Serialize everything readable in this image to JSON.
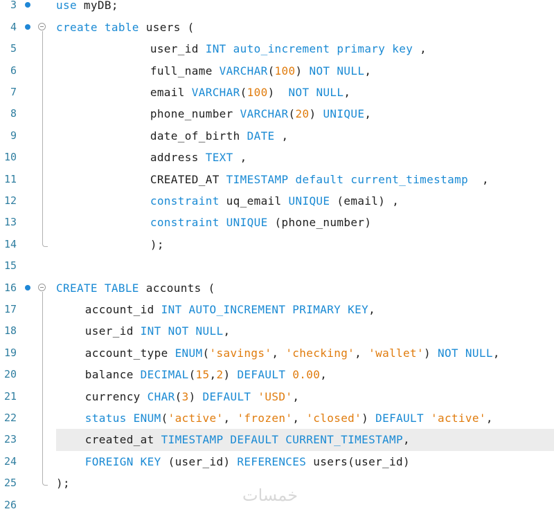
{
  "editor": {
    "colors": {
      "keyword": "#1a8ad4",
      "literal": "#e07c0e",
      "text": "#1e1e1e",
      "line_number": "#2f7ea0",
      "highlight": "#ececec"
    },
    "highlighted_line": 23,
    "breakpoints": [
      3,
      4,
      16
    ],
    "folds": [
      {
        "start": 4,
        "end": 14
      },
      {
        "start": 16,
        "end": 25
      }
    ],
    "lines": [
      {
        "n": 3,
        "indent": 0,
        "tokens": [
          [
            "use",
            "kw"
          ],
          [
            " myDB;",
            "t"
          ]
        ]
      },
      {
        "n": 4,
        "indent": 0,
        "tokens": [
          [
            "create table",
            "kw"
          ],
          [
            " users (",
            "t"
          ]
        ]
      },
      {
        "n": 5,
        "indent": 13,
        "tokens": [
          [
            "user_id ",
            "t"
          ],
          [
            "INT auto_increment primary key",
            "kw"
          ],
          [
            " ,",
            "t"
          ]
        ]
      },
      {
        "n": 6,
        "indent": 13,
        "tokens": [
          [
            "full_name ",
            "t"
          ],
          [
            "VARCHAR",
            "kw"
          ],
          [
            "(",
            "t"
          ],
          [
            "100",
            "num"
          ],
          [
            ") ",
            "t"
          ],
          [
            "NOT NULL",
            "kw"
          ],
          [
            ",",
            "t"
          ]
        ]
      },
      {
        "n": 7,
        "indent": 13,
        "tokens": [
          [
            "email ",
            "t"
          ],
          [
            "VARCHAR",
            "kw"
          ],
          [
            "(",
            "t"
          ],
          [
            "100",
            "num"
          ],
          [
            ")  ",
            "t"
          ],
          [
            "NOT NULL",
            "kw"
          ],
          [
            ",",
            "t"
          ]
        ]
      },
      {
        "n": 8,
        "indent": 13,
        "tokens": [
          [
            "phone_number ",
            "t"
          ],
          [
            "VARCHAR",
            "kw"
          ],
          [
            "(",
            "t"
          ],
          [
            "20",
            "num"
          ],
          [
            ") ",
            "t"
          ],
          [
            "UNIQUE",
            "kw"
          ],
          [
            ",",
            "t"
          ]
        ]
      },
      {
        "n": 9,
        "indent": 13,
        "tokens": [
          [
            "date_of_birth ",
            "t"
          ],
          [
            "DATE",
            "kw"
          ],
          [
            " ,",
            "t"
          ]
        ]
      },
      {
        "n": 10,
        "indent": 13,
        "tokens": [
          [
            "address ",
            "t"
          ],
          [
            "TEXT",
            "kw"
          ],
          [
            " ,",
            "t"
          ]
        ]
      },
      {
        "n": 11,
        "indent": 13,
        "tokens": [
          [
            "CREATED_AT ",
            "t"
          ],
          [
            "TIMESTAMP default current_timestamp",
            "kw"
          ],
          [
            "  ,",
            "t"
          ]
        ]
      },
      {
        "n": 12,
        "indent": 13,
        "tokens": [
          [
            "constraint",
            "kw"
          ],
          [
            " uq_email ",
            "t"
          ],
          [
            "UNIQUE",
            "kw"
          ],
          [
            " (email) ,",
            "t"
          ]
        ]
      },
      {
        "n": 13,
        "indent": 13,
        "tokens": [
          [
            "constraint UNIQUE",
            "kw"
          ],
          [
            " (phone_number)",
            "t"
          ]
        ]
      },
      {
        "n": 14,
        "indent": 13,
        "tokens": [
          [
            ");",
            "t"
          ]
        ]
      },
      {
        "n": 15,
        "indent": 0,
        "tokens": []
      },
      {
        "n": 16,
        "indent": 0,
        "tokens": [
          [
            "CREATE TABLE",
            "kw"
          ],
          [
            " accounts (",
            "t"
          ]
        ]
      },
      {
        "n": 17,
        "indent": 4,
        "tokens": [
          [
            "account_id ",
            "t"
          ],
          [
            "INT AUTO_INCREMENT PRIMARY KEY",
            "kw"
          ],
          [
            ",",
            "t"
          ]
        ]
      },
      {
        "n": 18,
        "indent": 4,
        "tokens": [
          [
            "user_id ",
            "t"
          ],
          [
            "INT NOT NULL",
            "kw"
          ],
          [
            ",",
            "t"
          ]
        ]
      },
      {
        "n": 19,
        "indent": 4,
        "tokens": [
          [
            "account_type ",
            "t"
          ],
          [
            "ENUM",
            "kw"
          ],
          [
            "(",
            "t"
          ],
          [
            "'savings'",
            "str"
          ],
          [
            ", ",
            "t"
          ],
          [
            "'checking'",
            "str"
          ],
          [
            ", ",
            "t"
          ],
          [
            "'wallet'",
            "str"
          ],
          [
            ") ",
            "t"
          ],
          [
            "NOT NULL",
            "kw"
          ],
          [
            ",",
            "t"
          ]
        ]
      },
      {
        "n": 20,
        "indent": 4,
        "tokens": [
          [
            "balance ",
            "t"
          ],
          [
            "DECIMAL",
            "kw"
          ],
          [
            "(",
            "t"
          ],
          [
            "15",
            "num"
          ],
          [
            ",",
            "t"
          ],
          [
            "2",
            "num"
          ],
          [
            ") ",
            "t"
          ],
          [
            "DEFAULT",
            "kw"
          ],
          [
            " ",
            "t"
          ],
          [
            "0.00",
            "num"
          ],
          [
            ",",
            "t"
          ]
        ]
      },
      {
        "n": 21,
        "indent": 4,
        "tokens": [
          [
            "currency ",
            "t"
          ],
          [
            "CHAR",
            "kw"
          ],
          [
            "(",
            "t"
          ],
          [
            "3",
            "num"
          ],
          [
            ") ",
            "t"
          ],
          [
            "DEFAULT",
            "kw"
          ],
          [
            " ",
            "t"
          ],
          [
            "'USD'",
            "str"
          ],
          [
            ",",
            "t"
          ]
        ]
      },
      {
        "n": 22,
        "indent": 4,
        "tokens": [
          [
            "status ENUM",
            "kw"
          ],
          [
            "(",
            "t"
          ],
          [
            "'active'",
            "str"
          ],
          [
            ", ",
            "t"
          ],
          [
            "'frozen'",
            "str"
          ],
          [
            ", ",
            "t"
          ],
          [
            "'closed'",
            "str"
          ],
          [
            ") ",
            "t"
          ],
          [
            "DEFAULT",
            "kw"
          ],
          [
            " ",
            "t"
          ],
          [
            "'active'",
            "str"
          ],
          [
            ",",
            "t"
          ]
        ]
      },
      {
        "n": 23,
        "indent": 4,
        "tokens": [
          [
            "created_at ",
            "t"
          ],
          [
            "TIMESTAMP DEFAULT CURRENT_TIMESTAMP",
            "kw"
          ],
          [
            ",",
            "t"
          ]
        ]
      },
      {
        "n": 24,
        "indent": 4,
        "tokens": [
          [
            "FOREIGN KEY",
            "kw"
          ],
          [
            " (user_id) ",
            "t"
          ],
          [
            "REFERENCES",
            "kw"
          ],
          [
            " users(user_id)",
            "t"
          ]
        ]
      },
      {
        "n": 25,
        "indent": 0,
        "tokens": [
          [
            ");",
            "t"
          ]
        ]
      },
      {
        "n": 26,
        "indent": 0,
        "tokens": []
      }
    ]
  },
  "watermark": "خمسات"
}
